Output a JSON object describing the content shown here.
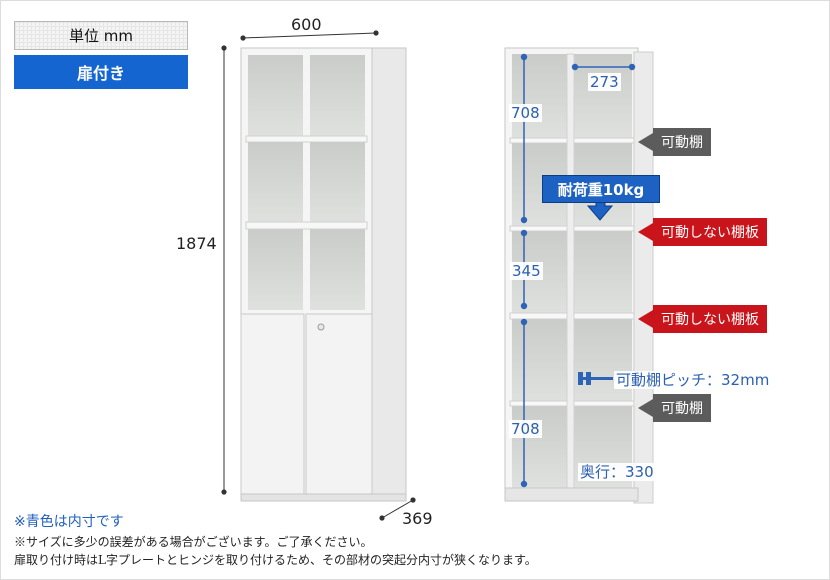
{
  "badges": {
    "unit": "単位 mm",
    "door": "扉付き"
  },
  "dimensions": {
    "width": "600",
    "height": "1874",
    "depth": "369",
    "inner_width": "273",
    "inner_top": "708",
    "inner_middle": "345",
    "inner_bottom": "708",
    "pitch": "可動棚ピッチ：32mm",
    "inner_depth": "奥行：330"
  },
  "labels": {
    "movable_shelf_top": "可動棚",
    "fixed_shelf_1": "可動しない棚板",
    "fixed_shelf_2": "可動しない棚板",
    "movable_shelf_bottom": "可動棚",
    "load": "耐荷重10kg"
  },
  "notes": {
    "inner_note": "※青色は内寸です",
    "note1": "※サイズに多少の誤差がある場合がございます。ご了承ください。",
    "note2": "扉取り付け時はL字プレートとヒンジを取り付けるため、その部材の突起分内寸が狭くなります。"
  },
  "colors": {
    "accent_blue": "#1565d0",
    "red_tag": "#c8141a",
    "gray_tag": "#5c5c5c",
    "inner_dim": "#2b5fb2"
  }
}
